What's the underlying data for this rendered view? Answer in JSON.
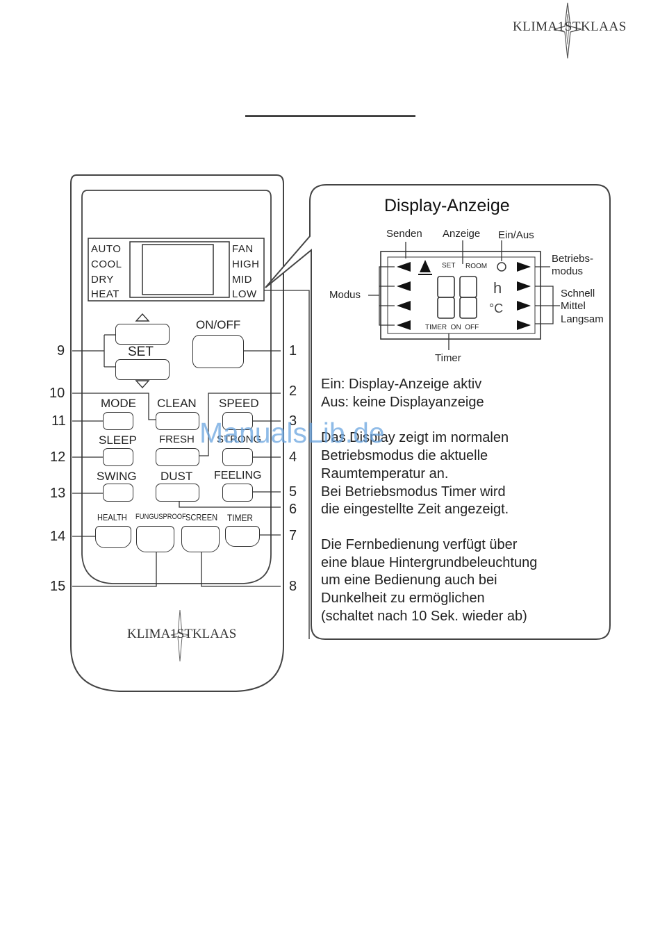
{
  "brand": {
    "logo_text": "KLIMA1STKLAAS"
  },
  "remote": {
    "modes_left": [
      "AUTO",
      "COOL",
      "DRY",
      "HEAT"
    ],
    "modes_right": [
      "FAN",
      "HIGH",
      "MID",
      "LOW"
    ],
    "on_off": "ON/OFF",
    "set": "SET",
    "row1": [
      "MODE",
      "CLEAN",
      "SPEED"
    ],
    "row2": [
      "SLEEP",
      "FRESH",
      "STRONG"
    ],
    "row3": [
      "SWING",
      "DUST",
      "FEELING"
    ],
    "row4": [
      "HEALTH",
      "FUNGUSPROOF",
      "SCREEN",
      "TIMER"
    ]
  },
  "callout_numbers": {
    "left": [
      "9",
      "10",
      "11",
      "12",
      "13",
      "14",
      "15"
    ],
    "right": [
      "1",
      "2",
      "3",
      "4",
      "5",
      "6",
      "7",
      "8"
    ]
  },
  "display_panel": {
    "title": "Display-Anzeige",
    "labels": {
      "senden": "Senden",
      "anzeige": "Anzeige",
      "ein_aus": "Ein/Aus",
      "betriebsmodus": [
        "Betriebs-",
        "modus"
      ],
      "modus": "Modus",
      "fan_speeds": [
        "Schnell",
        "Mittel",
        "Langsam"
      ],
      "timer": "Timer"
    },
    "lcd": {
      "set": "SET",
      "room": "ROOM",
      "timer_on_off": "TIMER  ON  OFF",
      "hour": "h",
      "celsius": "°C"
    },
    "paragraphs": [
      "Ein: Display-Anzeige aktiv",
      "Aus: keine Displayanzeige",
      "",
      "Das Display zeigt im normalen",
      "Betriebsmodus die aktuelle",
      "Raumtemperatur an.",
      "Bei Betriebsmodus Timer wird",
      "die eingestellte Zeit angezeigt.",
      "",
      "Die Fernbedienung verfügt über",
      "eine blaue Hintergrundbeleuchtung",
      "um eine Bedienung auch bei",
      "Dunkelheit zu ermöglichen",
      "(schaltet nach 10 Sek. wieder ab)"
    ]
  },
  "watermark": "ManualsLib.de"
}
